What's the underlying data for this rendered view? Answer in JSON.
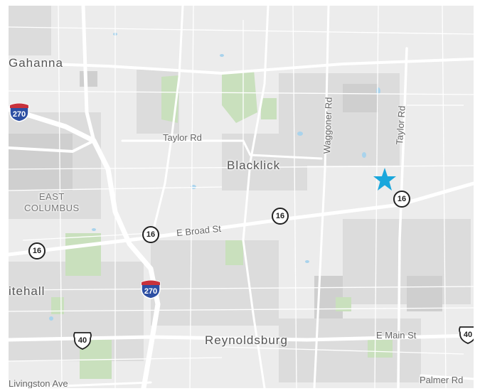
{
  "map": {
    "place_labels": {
      "gahanna": "Gahanna",
      "blacklick": "Blacklick",
      "east_columbus": "EAST\nCOLUMBUS",
      "whitehall": "itehall",
      "reynoldsburg": "Reynoldsburg"
    },
    "road_labels": {
      "taylor_rd_h": "Taylor Rd",
      "taylor_rd_v": "Taylor Rd",
      "waggoner_rd": "Waggoner Rd",
      "e_broad_st": "E Broad St",
      "e_main_st": "E Main St",
      "palmer_rd": "Palmer Rd",
      "livingston_ave": "Livingston Ave"
    },
    "shields": {
      "i270_top": "270",
      "i270_bottom": "270",
      "oh16_a": "16",
      "oh16_b": "16",
      "oh16_c": "16",
      "oh16_d": "16",
      "us40_a": "40",
      "us40_b": "40"
    },
    "marker": {
      "icon": "star-marker-icon",
      "color": "#1aa7dc"
    },
    "colors": {
      "land": "#ececec",
      "road": "#ffffff",
      "park": "#cfe3c6",
      "water": "#a9d3ec",
      "urban": "#d9d9d9",
      "interstate_blue": "#2d4fa3",
      "interstate_red": "#c8323c"
    }
  }
}
